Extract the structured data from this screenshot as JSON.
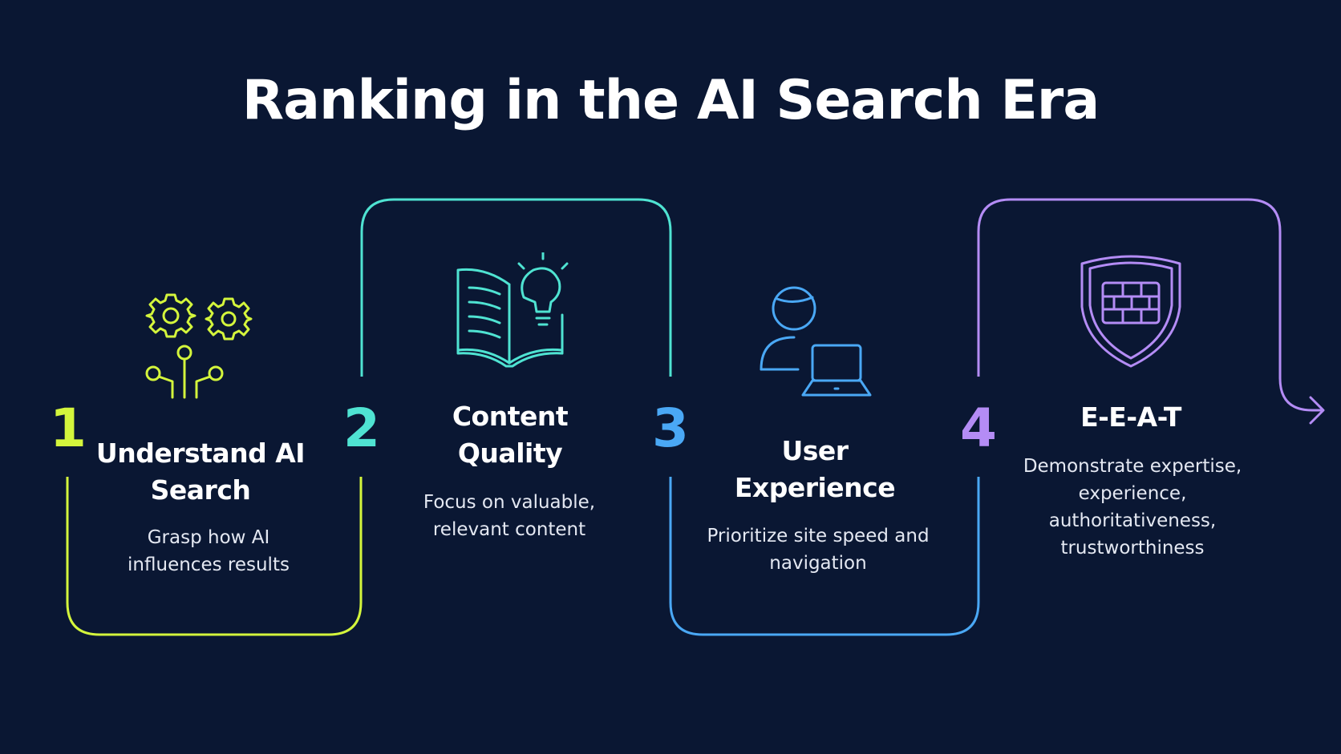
{
  "title": "Ranking in the AI Search Era",
  "colors": {
    "background": "#0a1733",
    "step1": "#d4f53c",
    "step2": "#4fe3d2",
    "step3": "#4aa8f5",
    "step4": "#b48cf5"
  },
  "steps": [
    {
      "number": "1",
      "title": "Understand AI Search",
      "description": "Grasp how AI influences results",
      "icon": "gears-circuit-icon"
    },
    {
      "number": "2",
      "title": "Content Quality",
      "description": "Focus on valuable, relevant content",
      "icon": "book-lightbulb-icon"
    },
    {
      "number": "3",
      "title": "User Experience",
      "description": "Prioritize site speed and navigation",
      "icon": "user-laptop-icon"
    },
    {
      "number": "4",
      "title": "E-E-A-T",
      "description": "Demonstrate expertise, experience, authoritativeness, trustworthiness",
      "icon": "shield-firewall-icon"
    }
  ]
}
